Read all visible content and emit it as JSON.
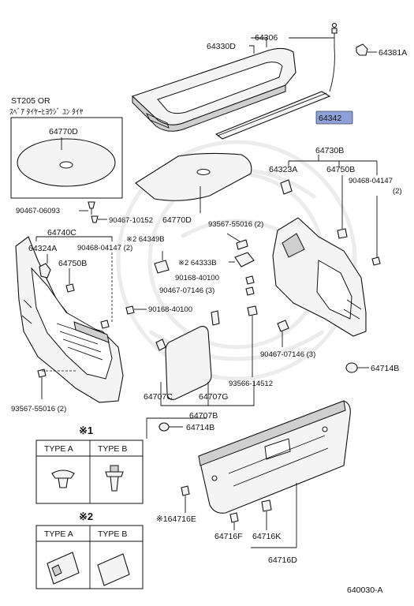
{
  "labels": {
    "p64306": "64306",
    "p64330D": "64330D",
    "p64381A": "64381A",
    "p64342": "64342",
    "spare_note_1": "ST205 OR",
    "spare_note_2": "ｽﾍﾞｱ ﾀｲﾔｰﾋﾖｳｼﾞ ﾕﾝ ﾀｲﾔ",
    "p64770D_box": "64770D",
    "p64770D": "64770D",
    "p90467_06093": "90467-06093",
    "p90467_10152": "90467-10152",
    "p64740C": "64740C",
    "p64324A": "64324A",
    "p64750B_left": "64750B",
    "p90468_04147_2_left": "90468-04147 (2)",
    "p64349B": "※2 64349B",
    "p64333B": "※2 64333B",
    "p90168_40100_a": "90168-40100",
    "p90467_07146_3_a": "90467-07146 (3)",
    "p90168_40100_b": "90168-40100",
    "p93567_55016_2_right": "93567-55016 (2)",
    "p64730B": "64730B",
    "p64323A": "64323A",
    "p64750B_right": "64750B",
    "p90468_04147_right": "90468-04147",
    "p90468_04147_right_qty": "(2)",
    "p90467_07146_3_b": "90467-07146 (3)",
    "p64714B_right": "64714B",
    "p93566_14512": "93566-14512",
    "p64707C": "64707C",
    "p64707G": "64707G",
    "p64707B": "64707B",
    "p64714B_mid": "64714B",
    "p93567_55016_2_left": "93567-55016 (2)",
    "p164716E": "※164716E",
    "p64716F": "64716F",
    "p64716K": "64716K",
    "p64716D": "64716D",
    "diagram_code": "640030-A"
  },
  "legend1": {
    "title": "※1",
    "type_a": "TYPE A",
    "type_b": "TYPE B"
  },
  "legend2": {
    "title": "※2",
    "type_a": "TYPE A",
    "type_b": "TYPE B"
  },
  "colors": {
    "highlight": "#8fa0d8",
    "line": "#111111"
  }
}
